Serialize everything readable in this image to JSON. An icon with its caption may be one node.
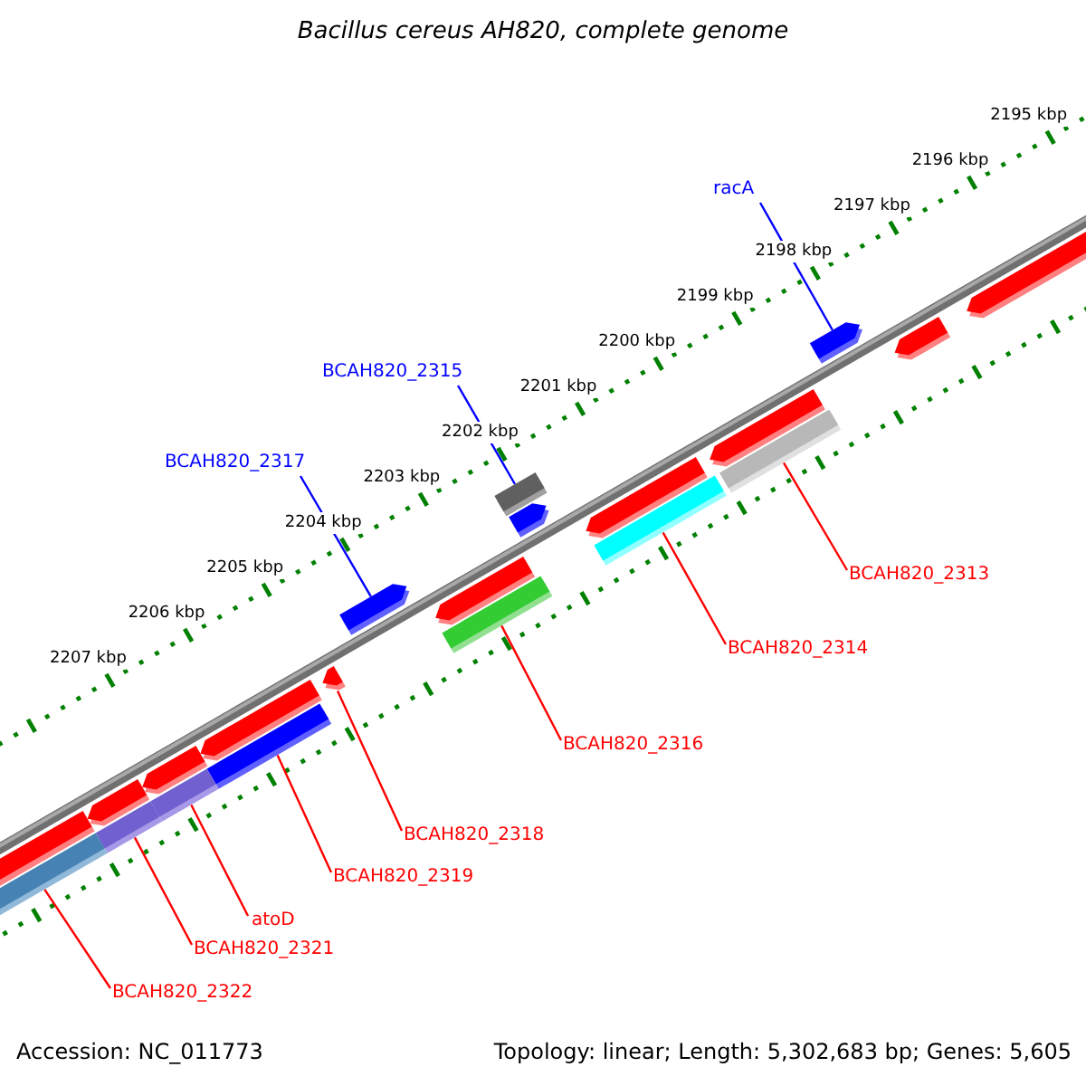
{
  "diagram": {
    "title": "Bacillus cereus AH820, complete genome",
    "nodes": [
      {
        "text": [
          "racA"
        ]
      },
      {
        "text": [
          "BCAH820_2315"
        ]
      },
      {
        "text": [
          "BCAH820_2317"
        ]
      },
      {
        "text": [
          "BCAH820_2313"
        ]
      },
      {
        "text": [
          "BCAH820_2314"
        ]
      },
      {
        "text": [
          "BCAH820_2316"
        ]
      },
      {
        "text": [
          "BCAH820_2318"
        ]
      },
      {
        "text": [
          "BCAH820_2319"
        ]
      },
      {
        "text": [
          "atoD"
        ]
      },
      {
        "text": [
          "BCAH820_2321"
        ]
      },
      {
        "text": [
          "BCAH820_2322"
        ]
      },
      {
        "text": [],
        "shape": "arrow"
      },
      {
        "text": [],
        "shape": "arrow"
      },
      {
        "text": [],
        "shape": "arrow"
      },
      {
        "text": [],
        "shape": "arrow"
      },
      {
        "text": [],
        "shape": "arrow"
      },
      {
        "text": [],
        "shape": "arrow"
      },
      {
        "text": [],
        "shape": "arrow"
      },
      {
        "text": [],
        "shape": "arrow"
      },
      {
        "text": [],
        "shape": "arrow"
      },
      {
        "text": [],
        "shape": "arrow"
      },
      {
        "text": [],
        "shape": "arrow"
      }
    ],
    "edges": [
      {
        "from": 0,
        "to": 11,
        "arrow": "none",
        "color": "#0000ff"
      },
      {
        "from": 1,
        "to": 12,
        "arrow": "none",
        "color": "#0000ff"
      },
      {
        "from": 2,
        "to": 13,
        "arrow": "none",
        "color": "#0000ff"
      },
      {
        "from": 3,
        "to": 14,
        "arrow": "none"
      },
      {
        "from": 4,
        "to": 15,
        "arrow": "none"
      },
      {
        "from": 5,
        "to": 16,
        "arrow": "none"
      },
      {
        "from": 6,
        "to": 17,
        "arrow": "none"
      },
      {
        "from": 7,
        "to": 18,
        "arrow": "none"
      },
      {
        "from": 8,
        "to": 19,
        "arrow": "none"
      },
      {
        "from": 9,
        "to": 20,
        "arrow": "none"
      },
      {
        "from": 10,
        "to": 21,
        "arrow": "none"
      }
    ],
    "labels": [
      "2195 kbp",
      "2196 kbp",
      "2197 kbp",
      "2198 kbp",
      "2199 kbp",
      "2200 kbp",
      "2201 kbp",
      "2202 kbp",
      "2203 kbp",
      "2204 kbp",
      "2205 kbp",
      "2206 kbp",
      "2207 kbp",
      "Accession: NC_011773",
      "Topology: linear; Length: 5,302,683 bp; Genes: 5,605"
    ]
  }
}
